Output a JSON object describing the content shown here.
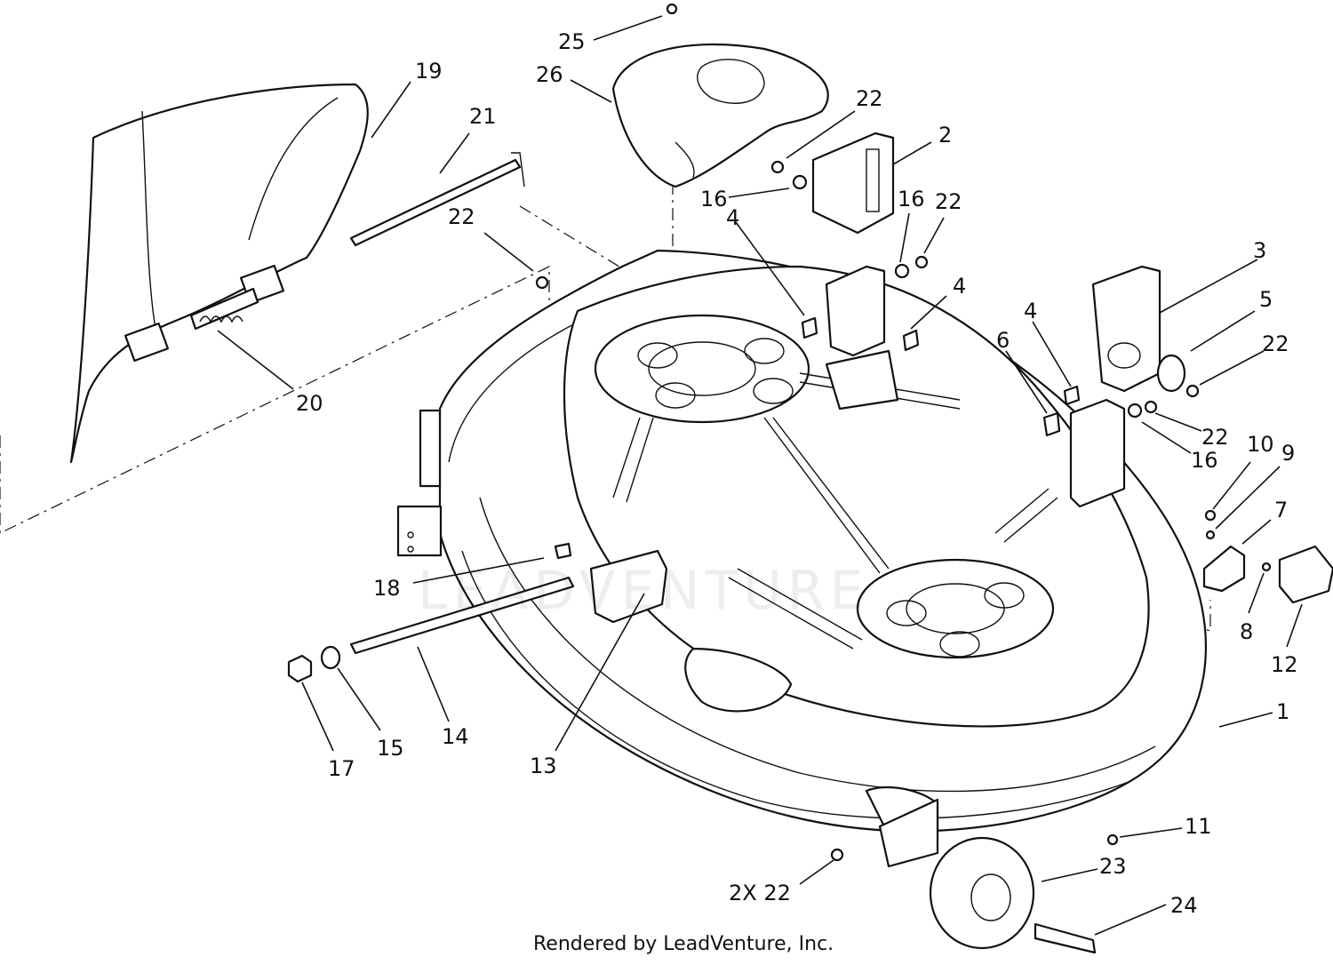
{
  "diagram": {
    "callouts": [
      {
        "id": "c25",
        "label": "25"
      },
      {
        "id": "c26",
        "label": "26"
      },
      {
        "id": "c19",
        "label": "19"
      },
      {
        "id": "c21",
        "label": "21"
      },
      {
        "id": "c22a",
        "label": "22"
      },
      {
        "id": "c2",
        "label": "2"
      },
      {
        "id": "c16a",
        "label": "16"
      },
      {
        "id": "c4a",
        "label": "4"
      },
      {
        "id": "c16b",
        "label": "16"
      },
      {
        "id": "c22b",
        "label": "22"
      },
      {
        "id": "c22c",
        "label": "22"
      },
      {
        "id": "c4b",
        "label": "4"
      },
      {
        "id": "c3",
        "label": "3"
      },
      {
        "id": "c5",
        "label": "5"
      },
      {
        "id": "c4c",
        "label": "4"
      },
      {
        "id": "c22d",
        "label": "22"
      },
      {
        "id": "c6",
        "label": "6"
      },
      {
        "id": "c22e",
        "label": "22"
      },
      {
        "id": "c16c",
        "label": "16"
      },
      {
        "id": "c20",
        "label": "20"
      },
      {
        "id": "c10",
        "label": "10"
      },
      {
        "id": "c9",
        "label": "9"
      },
      {
        "id": "c7",
        "label": "7"
      },
      {
        "id": "c18",
        "label": "18"
      },
      {
        "id": "c8",
        "label": "8"
      },
      {
        "id": "c12",
        "label": "12"
      },
      {
        "id": "c1",
        "label": "1"
      },
      {
        "id": "c14",
        "label": "14"
      },
      {
        "id": "c15",
        "label": "15"
      },
      {
        "id": "c17",
        "label": "17"
      },
      {
        "id": "c13",
        "label": "13"
      },
      {
        "id": "c11",
        "label": "11"
      },
      {
        "id": "c23",
        "label": "23"
      },
      {
        "id": "c2x22",
        "label": "2X 22"
      },
      {
        "id": "c24",
        "label": "24"
      }
    ],
    "footer": "Rendered by LeadVenture, Inc.",
    "watermark": "LEADVENTURE"
  }
}
